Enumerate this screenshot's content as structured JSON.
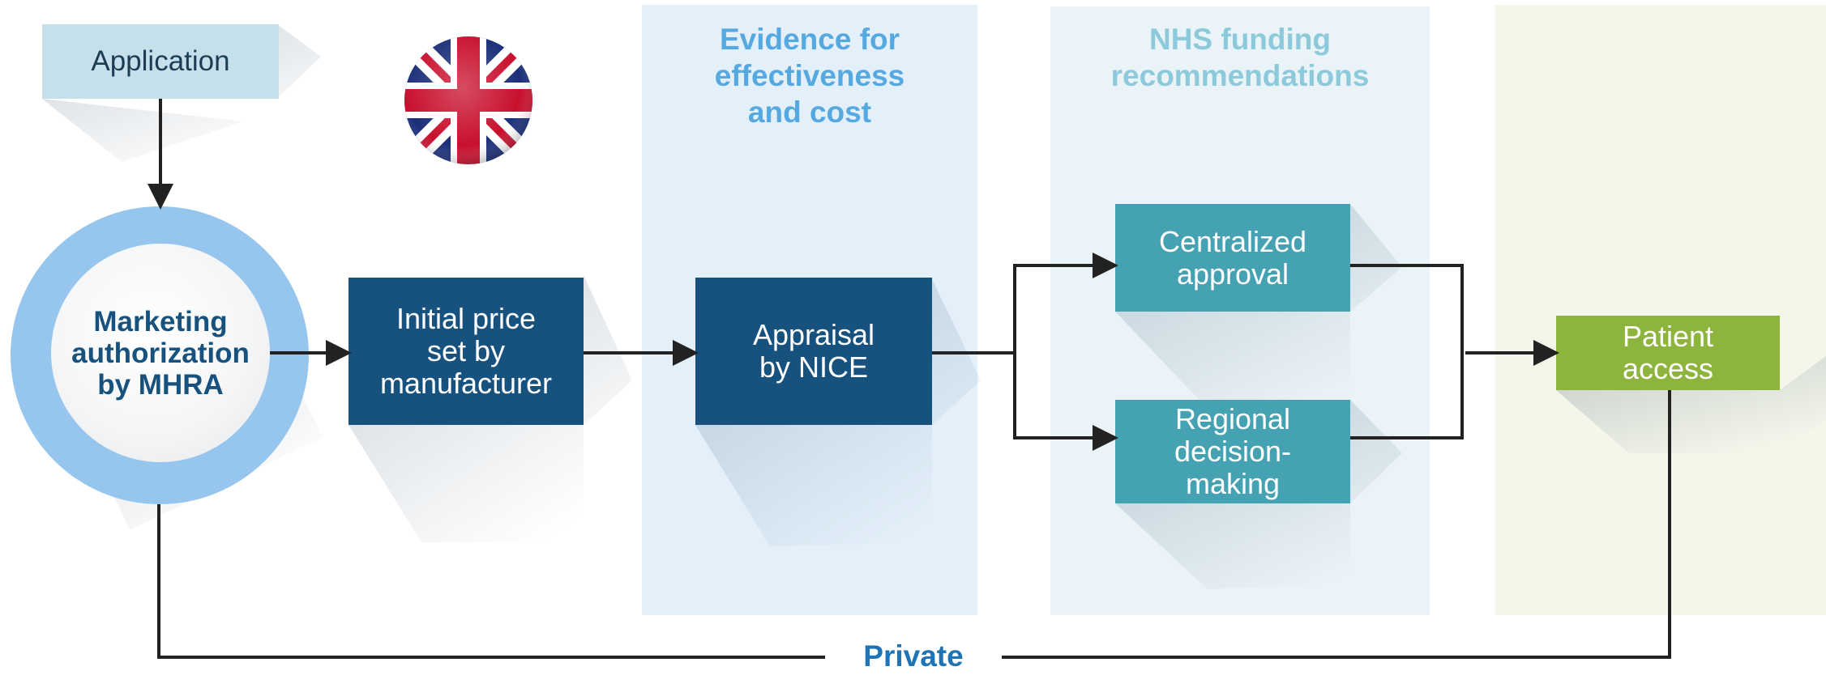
{
  "application": {
    "label": "Application"
  },
  "mhra": {
    "label": "Marketing\nauthorization\nby MHRA"
  },
  "initial_price": {
    "label": "Initial price\nset by\nmanufacturer"
  },
  "evidence_panel": {
    "title": "Evidence for\neffectiveness\nand cost"
  },
  "nice": {
    "label": "Appraisal\nby NICE"
  },
  "nhs_panel": {
    "title": "NHS funding\nrecommendations"
  },
  "centralized": {
    "label": "Centralized\napproval"
  },
  "regional": {
    "label": "Regional\ndecision-\nmaking"
  },
  "patient_access": {
    "label": "Patient\naccess"
  },
  "private": {
    "label": "Private"
  },
  "colors": {
    "dark_blue": "#17527f",
    "teal": "#45a2b2",
    "green": "#8db43c",
    "light_blue_ring": "#96c6ee",
    "evidence_panel_bg": "#e3f0fa",
    "nhs_panel_bg": "#eaf3f7",
    "access_panel_bg": "#f4f6ea",
    "evidence_title": "#55a8e0",
    "nhs_title": "#8ccadb",
    "private_text": "#1f74b6",
    "application_bg": "#c5e0eb"
  }
}
